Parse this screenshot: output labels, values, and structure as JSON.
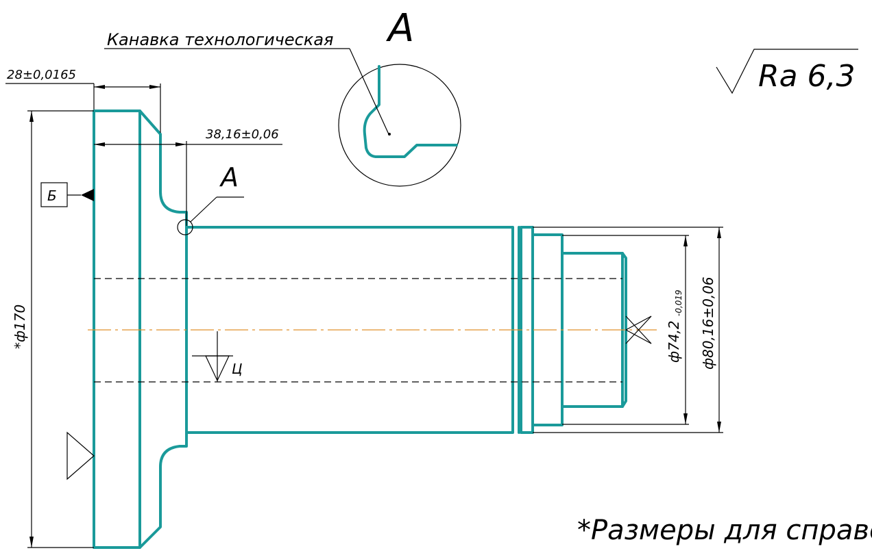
{
  "view_label_section": "А",
  "groove_note": "Канавка технологическая",
  "roughness": "Ra 6,3",
  "dim_28": "28±0,0165",
  "dim_38": "38,16±0,06",
  "dim_170": "*ф170",
  "dim_74_main": "ф74,2",
  "dim_74_tol": "-0,019",
  "dim_80": "ф80,16±0,06",
  "datum_label": "Б",
  "surface_c": "Ц",
  "view_label_detail": "А",
  "footnote": "*Размеры для справок",
  "colors": {
    "part_outline": "#1a9a9a",
    "axis_line": "#e0902a",
    "lines": "#000000"
  }
}
